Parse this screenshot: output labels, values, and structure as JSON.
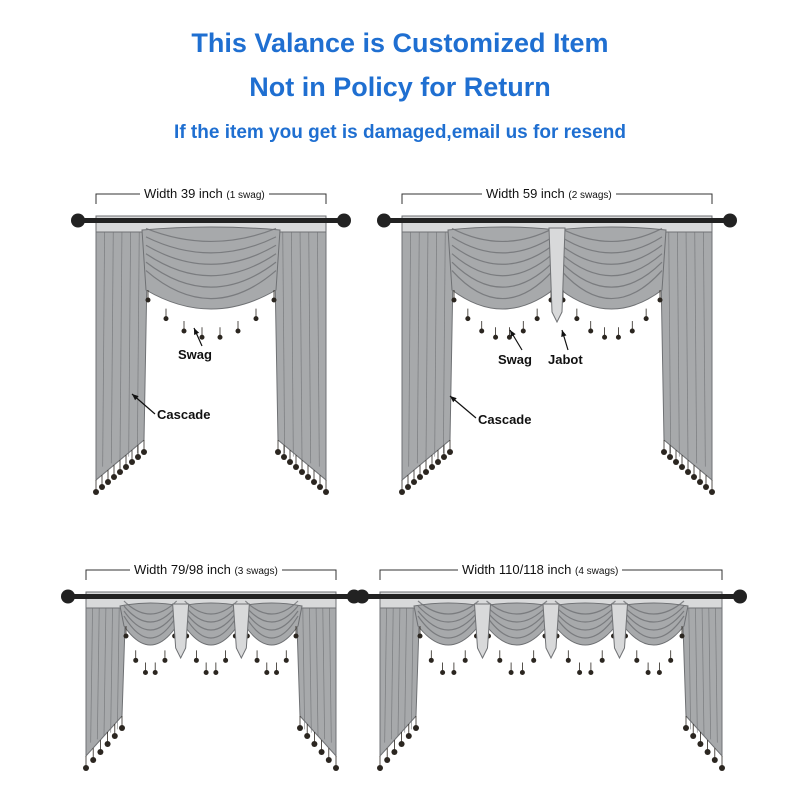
{
  "header": {
    "line1": "This Valance is Customized Item",
    "line2": "Not in Policy for Return",
    "line3": "If the item you get is damaged,email us for resend"
  },
  "panels": [
    {
      "width_label": "Width 39 inch",
      "swag_note": "(1 swag)",
      "swags": 1,
      "callouts": {
        "swag": "Swag",
        "cascade": "Cascade"
      }
    },
    {
      "width_label": "Width 59 inch",
      "swag_note": "(2 swags)",
      "swags": 2,
      "callouts": {
        "swag": "Swag",
        "jabot": "Jabot",
        "cascade": "Cascade"
      }
    },
    {
      "width_label": "Width 79/98 inch",
      "swag_note": "(3 swags)",
      "swags": 3
    },
    {
      "width_label": "Width 110/118 inch",
      "swag_note": "(4 swags)",
      "swags": 4
    }
  ],
  "colors": {
    "headline": "#1f6fd1",
    "fabric": "#a7a9ab",
    "fabric_dark": "#6f7174",
    "fabric_light": "#d8d9da",
    "rod": "#222222",
    "bead": "#2b2620"
  }
}
